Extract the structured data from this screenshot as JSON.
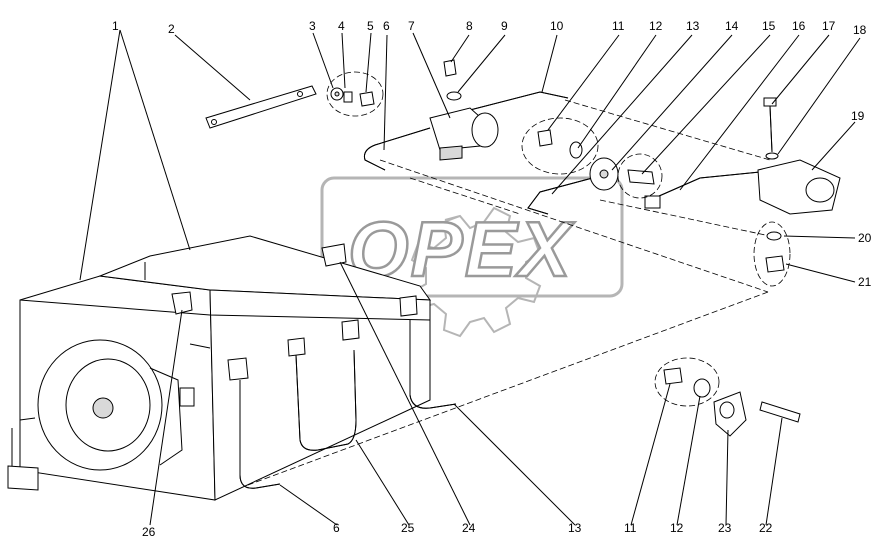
{
  "diagram": {
    "watermark": "OPEX",
    "callouts": [
      "1",
      "2",
      "3",
      "4",
      "5",
      "6",
      "7",
      "8",
      "9",
      "10",
      "11",
      "12",
      "13",
      "14",
      "15",
      "16",
      "17",
      "18",
      "19",
      "20",
      "21",
      "26",
      "6",
      "25",
      "24",
      "13",
      "11",
      "12",
      "23",
      "22"
    ]
  },
  "colors": {
    "line": "#000000",
    "watermark": "#9a9a9a",
    "shade": "#d9d9d9"
  }
}
